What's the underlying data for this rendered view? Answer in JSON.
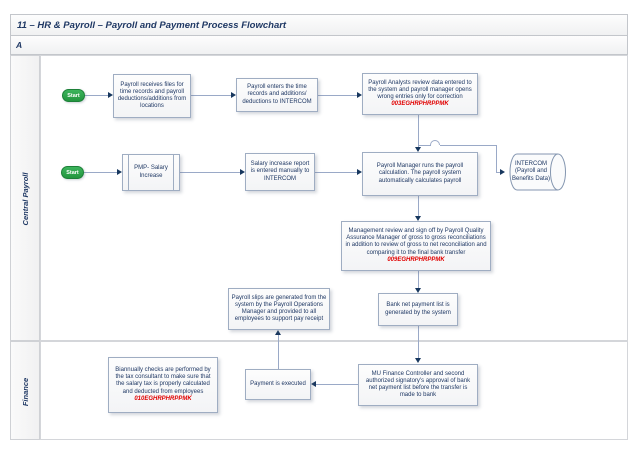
{
  "title": "11 – HR & Payroll – Payroll and Payment Process Flowchart",
  "band_label": "A",
  "lanes": [
    {
      "label": "Central Payroll"
    },
    {
      "label": "Finance"
    }
  ],
  "nodes": {
    "start1": {
      "label": "Start"
    },
    "start2": {
      "label": "Start"
    },
    "receive_files": {
      "text": "Payroll receives files for time records and payroll deductions/additions from locations"
    },
    "enter_time": {
      "text": "Payroll enters the time records and additions/ deductions to INTERCOM"
    },
    "analysts_review": {
      "text": "Payroll Analysts review data entered to the system and payroll manager opens wrong entries only for correction",
      "code": "003EGHRPHRPPMK"
    },
    "pmp_salary": {
      "text": "PMP- Salary Increase"
    },
    "salary_report": {
      "text": "Salary increase report is entered manually to INTERCOM"
    },
    "payroll_manager": {
      "text": "Payroll Manager runs the payroll calculation. The payroll system automatically calculates payroll"
    },
    "intercom_db": {
      "text": "INTERCOM (Payroll and Benefits Data)"
    },
    "mgmt_review": {
      "text": "Management review and sign off by Payroll Quality Assurance Manager of gross to gross reconciliations in addition to review of gross to net reconciliation and comparing it to the final bank transfer",
      "code": "009EGHRPHRPPMK"
    },
    "payroll_slips": {
      "text": "Payroll slips are generated from the system by the Payroll Operations Manager and provided to all employees to support pay receipt"
    },
    "bank_list": {
      "text": "Bank net payment list is generated by the system"
    },
    "biannual_checks": {
      "text": "Biannually checks are performed by the tax consultant to make sure that the salary tax is properly calculated and deducted from employees",
      "code": "010EGHRPHRPPMK"
    },
    "payment_executed": {
      "text": "Payment is executed"
    },
    "mu_finance": {
      "text": "MU Finance Controller and second authorized signatory's approval of bank net payment list before the transfer is made to bank"
    }
  },
  "colors": {
    "heading_navy": "#1F3864",
    "process_code_red": "#E00000",
    "start_green": "#2BA04A",
    "connector_line": "#9AA9C7",
    "arrowhead_navy": "#17375E"
  }
}
